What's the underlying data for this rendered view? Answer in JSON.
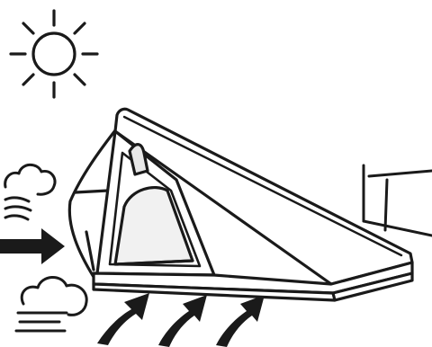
{
  "diagram": {
    "subject": "rooftop tent",
    "elements": [
      "sun-icon",
      "wind-cloud-icon",
      "wind-arrow-icon",
      "rain-cloud-icon",
      "airflow-arrow-icon",
      "rooftop-tent",
      "tent-window",
      "tent-door",
      "vehicle-roof-rack"
    ],
    "colors": {
      "line": "#1a1a1a",
      "background": "#ffffff",
      "window_shade": "#e8e8e8",
      "door_shade": "#f1f1f1"
    }
  }
}
